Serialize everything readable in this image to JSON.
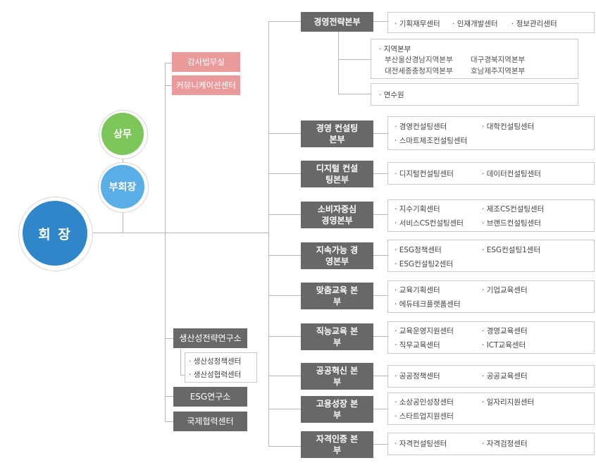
{
  "chairman": "회 장",
  "vice_chairman": "부회장",
  "managing_director": "상무",
  "staff_units": [
    "감사법무실",
    "커뮤니케이션센터"
  ],
  "left_units": {
    "productivity_institute": "생산성전략연구소",
    "productivity_sub": [
      "생산성정책센터",
      "생산성협력센터"
    ],
    "esg_institute": "ESG연구소",
    "intl": "국제협력센터"
  },
  "divisions": [
    {
      "name": "경영전략본부",
      "centers": [
        "기획재무센터",
        "인재개발센터",
        "정보관리센터"
      ],
      "regional": {
        "title": "지역본부",
        "items": [
          "부산울산경남지역본부",
          "대구경북지역본부",
          "대전세종충청지역본부",
          "호남제주지역본부"
        ]
      },
      "extra": "연수원"
    },
    {
      "name": "경영 컨설팅본부",
      "centers": [
        "경영컨설팅센터",
        "대학컨설팅센터",
        "스마트제조컨설팅센터"
      ]
    },
    {
      "name": "디지털 컨설팅본부",
      "centers": [
        "디지털컨설팅센터",
        "데이터컨설팅센터"
      ]
    },
    {
      "name": "소비자중심 경영본부",
      "centers": [
        "지수기획센터",
        "제조CS컨설팅센터",
        "서비스CS컨설팅센터",
        "브랜드컨설팅센터"
      ]
    },
    {
      "name": "지속가능 경영본부",
      "centers": [
        "ESG정책센터",
        "ESG컨설팅1센터",
        "ESG컨설팅2센터"
      ]
    },
    {
      "name": "맞춤교육 본부",
      "centers": [
        "교육기획센터",
        "기업교육센터",
        "에듀테크플랫폼센터"
      ]
    },
    {
      "name": "직능교육 본부",
      "centers": [
        "교육운영지원센터",
        "경영교육센터",
        "직무교육센터",
        "ICT교육센터"
      ]
    },
    {
      "name": "공공혁신 본부",
      "centers": [
        "공공정책센터",
        "공공교육센터"
      ]
    },
    {
      "name": "고용성장 본부",
      "centers": [
        "소상공인성장센터",
        "일자리지원센터",
        "스타트업지원센터"
      ]
    },
    {
      "name": "자격인증 본부",
      "centers": [
        "자격컨설팅센터",
        "자격검정센터"
      ]
    }
  ],
  "colors": {
    "chairman": "#2f86c8",
    "vice": "#5aaee6",
    "managing": "#7cc65a",
    "dept": "#686868",
    "staff": "#ea9a9a"
  }
}
